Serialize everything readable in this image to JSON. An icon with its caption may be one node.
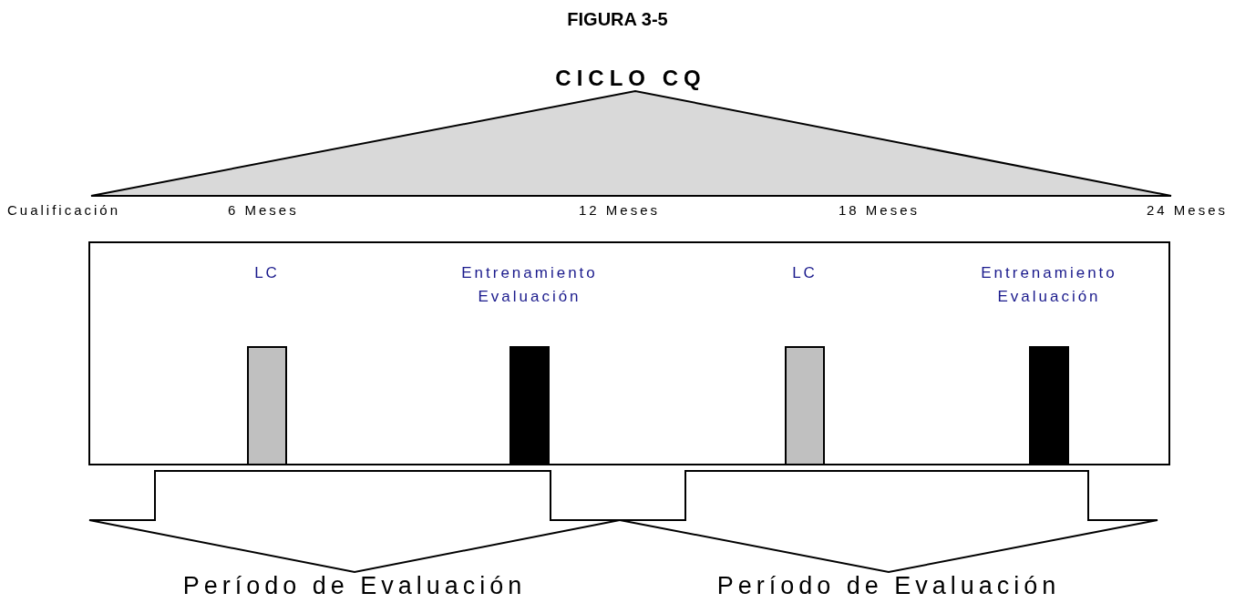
{
  "diagram": {
    "title": "FIGURA 3-5",
    "nodes": [
      {
        "text": [
          "CICLO CQ"
        ]
      },
      {
        "text": [],
        "shape": "box"
      },
      {
        "text": [
          "LC"
        ],
        "in": 1
      },
      {
        "text": [
          "Entrenamiento Evaluación"
        ],
        "in": 1
      },
      {
        "text": [
          "LC"
        ],
        "in": 1
      },
      {
        "text": [
          "Entrenamiento Evaluación"
        ],
        "in": 1
      },
      {
        "text": [
          "Período de Evaluación"
        ]
      },
      {
        "text": [
          "Período de Evaluación"
        ]
      }
    ],
    "labels": [
      "Cualificación",
      "6 Meses",
      "12 Meses",
      "18 Meses",
      "24 Meses"
    ]
  }
}
